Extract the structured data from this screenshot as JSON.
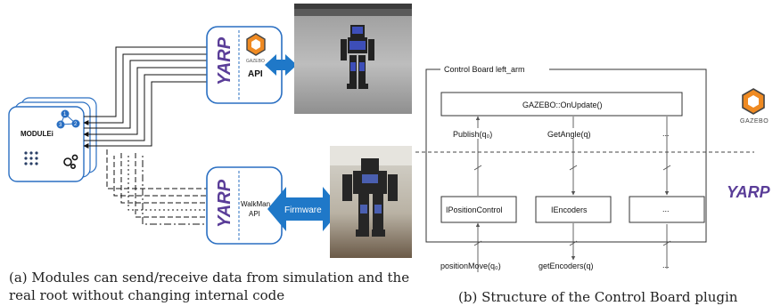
{
  "panel_a": {
    "module_label": "MODULEi",
    "port_numbers": [
      "1",
      "2",
      "3"
    ],
    "top_brand": "YARP",
    "top_api": "API",
    "gazebo_small": "GAZEBO",
    "bottom_brand": "YARP",
    "bottom_api_line1": "WalkMan",
    "bottom_api_line2": "API",
    "firmware_label": "Firmware",
    "caption_line1": "(a) Modules can send/receive data from simulation and the",
    "caption_line2": "real root without changing internal code"
  },
  "panel_b": {
    "board_title": "Control Board left_arm",
    "onupdate_label": "GAZEBO::OnUpdate()",
    "publish_label": "Publish(q₀)",
    "getangle_label": "GetAngle(q)",
    "dots_label": "...",
    "iposition_label": "IPositionControl",
    "iencoders_label": "IEncoders",
    "box_dots_label": "...",
    "positionmove_label": "positionMove(q₀)",
    "getencoders_label": "getEncoders(q)",
    "bottom_dots_label": "...",
    "gazebo_label": "GAZEBO",
    "yarp_label": "YARP",
    "caption": "(b) Structure of the Control Board plugin"
  },
  "colors": {
    "module_blue": "#2a6fc2",
    "arrow_blue": "#1f78c8",
    "yarp_purple": "#5a3d98",
    "gazebo_orange": "#ef8a22"
  }
}
